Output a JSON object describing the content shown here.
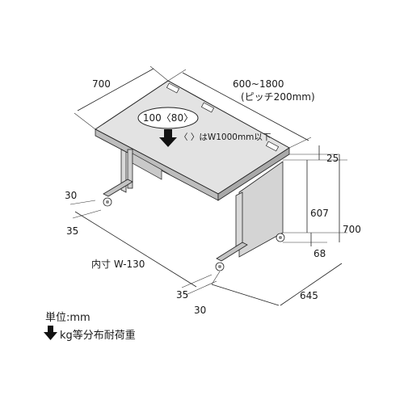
{
  "dimensions": {
    "depth": "700",
    "width_range": "600~1800",
    "width_pitch": "(ピッチ200mm)",
    "top_thickness": "25",
    "under_top": "607",
    "total_height": "700",
    "foot_height": "68",
    "foot_depth": "645",
    "side_left_a": "30",
    "side_left_b": "35",
    "side_right_a": "35",
    "side_right_b": "30",
    "inner_width": "内寸 W-130"
  },
  "load": {
    "value": "100〈80〉",
    "note": "〈 〉はW1000mm以下"
  },
  "legend": {
    "unit": "単位:mm",
    "load_label": "kg等分布耐荷重"
  }
}
